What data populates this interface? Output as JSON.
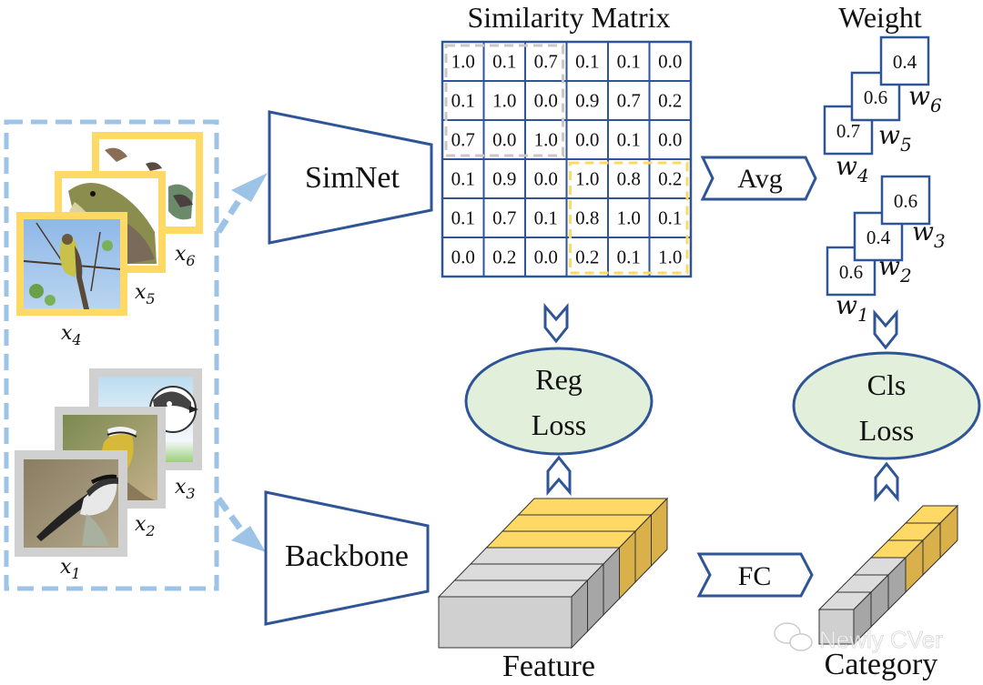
{
  "diagram": {
    "title": "Similarity-based weighting pipeline",
    "colors": {
      "navy": "#2f5597",
      "light_blue": "#9dc3e6",
      "yellow": "#ffd966",
      "yellow_dark": "#d9b04a",
      "gray": "#d0d0d0",
      "gray_dark": "#a6a6a6",
      "loss_fill": "#e2efda",
      "gray_dash": "#c8c8c8"
    },
    "input_group": {
      "top_stack": {
        "frame_color": "yellow",
        "images": [
          {
            "id": "x4",
            "label_base": "x",
            "label_sub": "4",
            "content": "bird on branch, sky background"
          },
          {
            "id": "x5",
            "label_base": "x",
            "label_sub": "5",
            "content": "close-up of olive bird"
          },
          {
            "id": "x6",
            "label_base": "x",
            "label_sub": "6",
            "content": "field guide illustration of birds"
          }
        ]
      },
      "bottom_stack": {
        "frame_color": "gray",
        "images": [
          {
            "id": "x1",
            "label_base": "x",
            "label_sub": "1",
            "content": "shrike perched on shrub"
          },
          {
            "id": "x2",
            "label_base": "x",
            "label_sub": "2",
            "content": "yellow-bellied bird"
          },
          {
            "id": "x3",
            "label_base": "x",
            "label_sub": "3",
            "content": "cartoon bird illustration"
          }
        ]
      }
    },
    "simnet": {
      "label": "SimNet"
    },
    "backbone": {
      "label": "Backbone"
    },
    "similarity_matrix": {
      "title": "Similarity Matrix",
      "rows": [
        [
          "1.0",
          "0.1",
          "0.7",
          "0.1",
          "0.1",
          "0.0"
        ],
        [
          "0.1",
          "1.0",
          "0.0",
          "0.9",
          "0.7",
          "0.2"
        ],
        [
          "0.7",
          "0.0",
          "1.0",
          "0.0",
          "0.1",
          "0.0"
        ],
        [
          "0.1",
          "0.9",
          "0.0",
          "1.0",
          "0.8",
          "0.2"
        ],
        [
          "0.1",
          "0.7",
          "0.1",
          "0.8",
          "1.0",
          "0.1"
        ],
        [
          "0.0",
          "0.2",
          "0.0",
          "0.2",
          "0.1",
          "1.0"
        ]
      ],
      "highlight_blocks": [
        {
          "rows": [
            0,
            2
          ],
          "cols": [
            0,
            2
          ],
          "color": "gray_dash"
        },
        {
          "rows": [
            3,
            5
          ],
          "cols": [
            3,
            5
          ],
          "color": "yellow"
        }
      ]
    },
    "avg": {
      "label": "Avg"
    },
    "weight": {
      "title": "Weight",
      "top_group": [
        {
          "value": "0.7",
          "label_base": "w",
          "label_sub": "4"
        },
        {
          "value": "0.6",
          "label_base": "w",
          "label_sub": "5"
        },
        {
          "value": "0.4",
          "label_base": "w",
          "label_sub": "6"
        }
      ],
      "bottom_group": [
        {
          "value": "0.6",
          "label_base": "w",
          "label_sub": "1"
        },
        {
          "value": "0.4",
          "label_base": "w",
          "label_sub": "2"
        },
        {
          "value": "0.6",
          "label_base": "w",
          "label_sub": "3"
        }
      ]
    },
    "reg_loss": {
      "line1": "Reg",
      "line2": "Loss"
    },
    "cls_loss": {
      "line1": "Cls",
      "line2": "Loss"
    },
    "feature": {
      "label": "Feature",
      "gray_slices": 3,
      "yellow_slices": 3
    },
    "fc": {
      "label": "FC"
    },
    "category": {
      "label": "Category",
      "gray_cubes": 3,
      "yellow_cubes": 3
    },
    "watermark": {
      "text": "Newly CVer"
    }
  }
}
